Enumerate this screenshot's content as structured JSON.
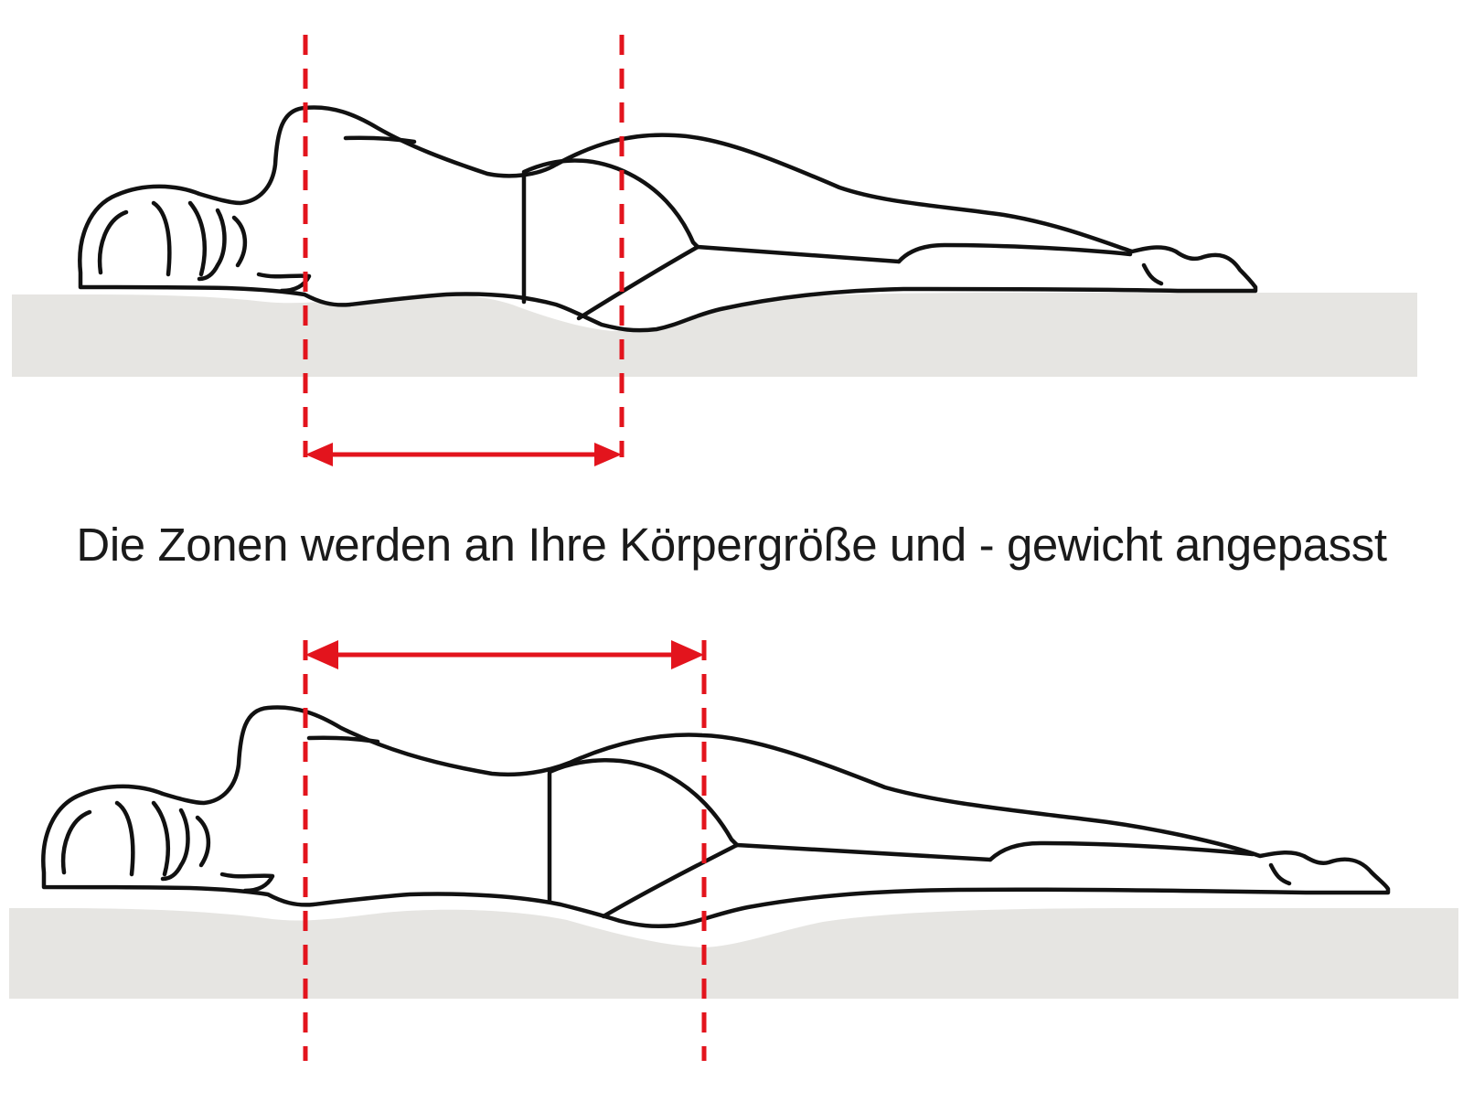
{
  "caption": "Die Zonen werden an Ihre Körpergröße und - gewicht angepasst",
  "colors": {
    "zone_marker": "#e3141d",
    "mattress": "#e6e5e2",
    "outline": "#111111",
    "background": "#ffffff"
  },
  "panels": [
    {
      "id": "top",
      "description_name": "short-zone-panel",
      "relative_zone_width": "short"
    },
    {
      "id": "bottom",
      "description_name": "long-zone-panel",
      "relative_zone_width": "long"
    }
  ]
}
